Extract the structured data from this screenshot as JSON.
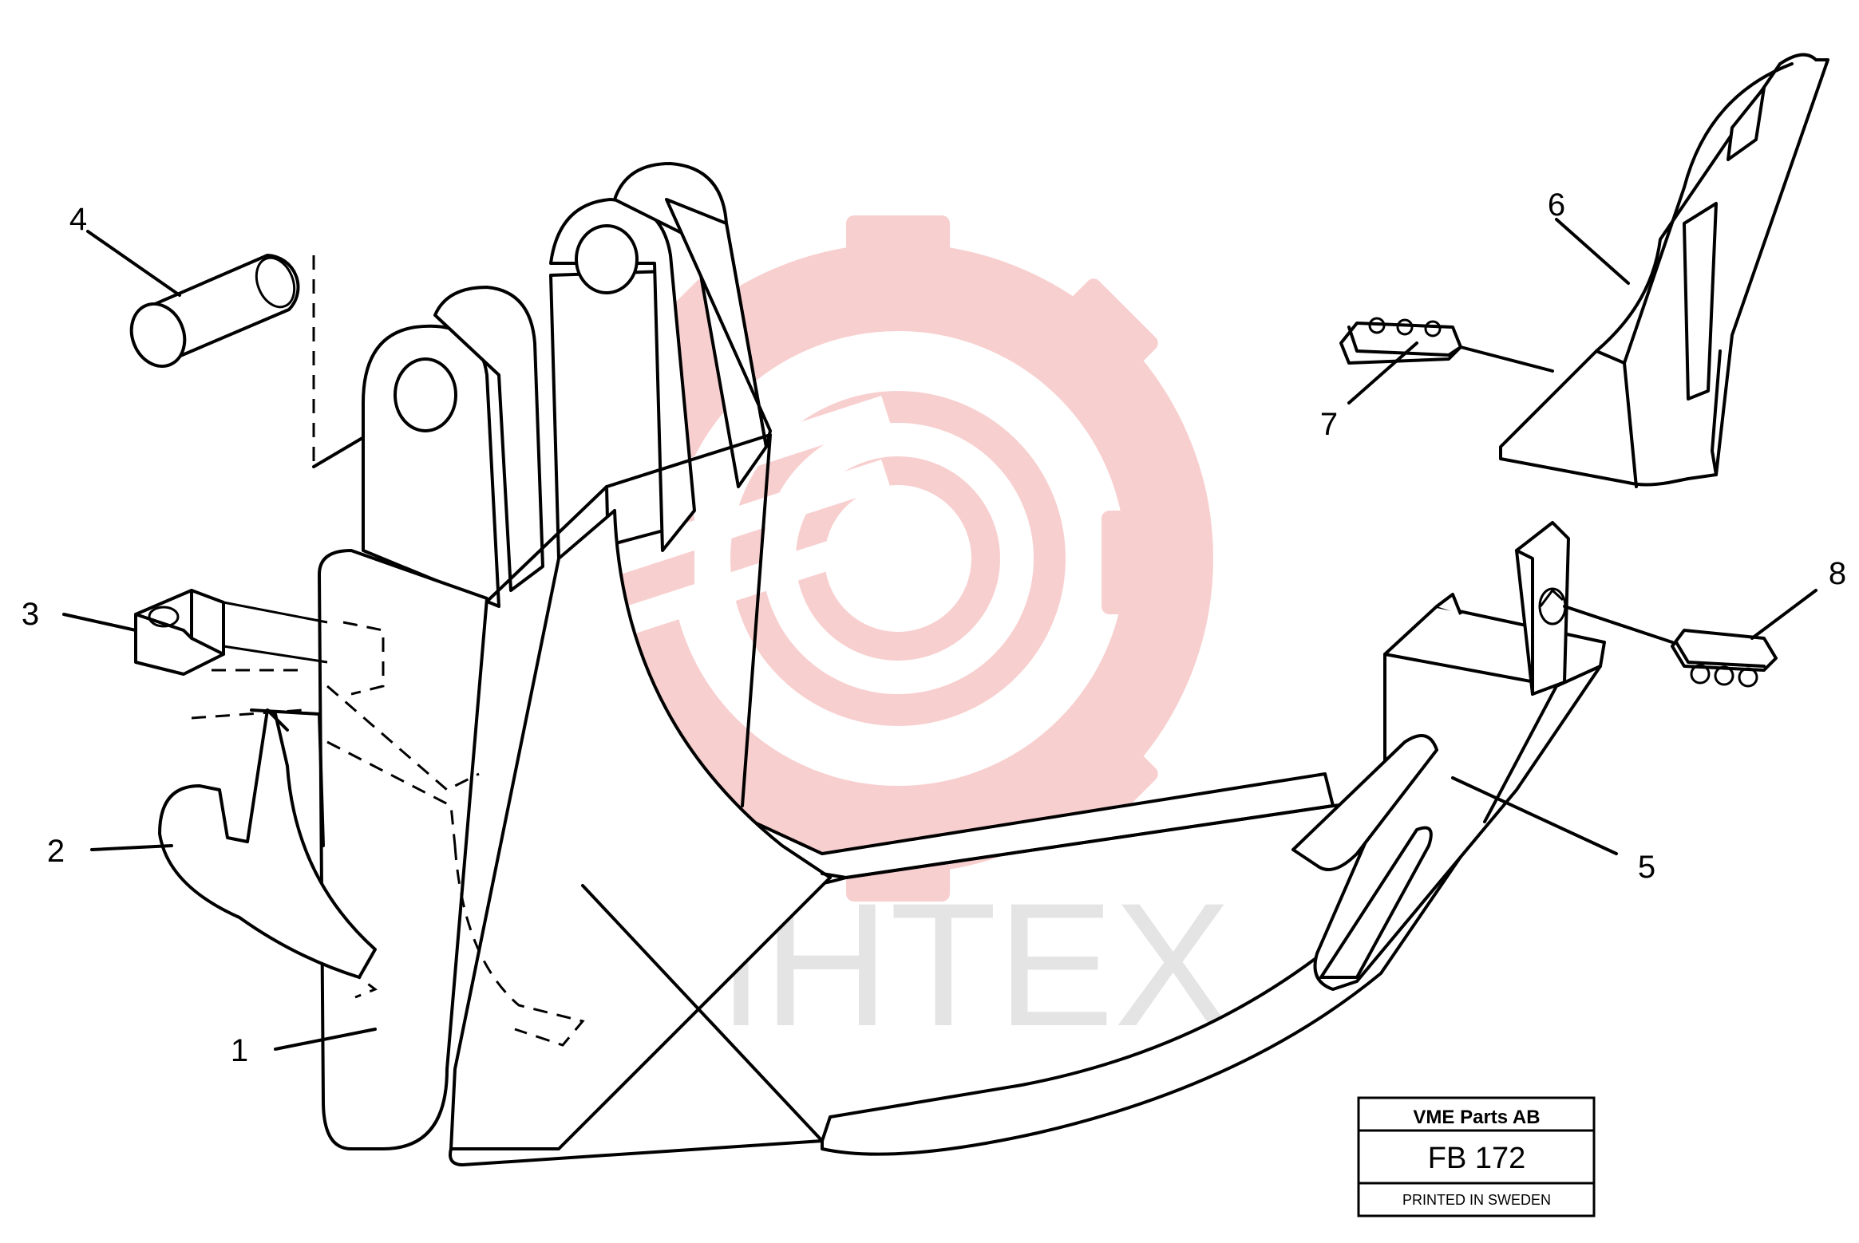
{
  "callouts": [
    {
      "id": "1",
      "label": "1"
    },
    {
      "id": "2",
      "label": "2"
    },
    {
      "id": "3",
      "label": "3"
    },
    {
      "id": "4",
      "label": "4"
    },
    {
      "id": "5",
      "label": "5"
    },
    {
      "id": "6",
      "label": "6"
    },
    {
      "id": "7",
      "label": "7"
    },
    {
      "id": "8",
      "label": "8"
    }
  ],
  "title_block": {
    "company": "VME Parts AB",
    "drawing_no": "FB 172",
    "printed": "PRINTED IN SWEDEN"
  },
  "watermark": {
    "text": "ИНТЕХ",
    "logo_color": "#f7c4c4",
    "text_color": "#e6e6e6"
  }
}
